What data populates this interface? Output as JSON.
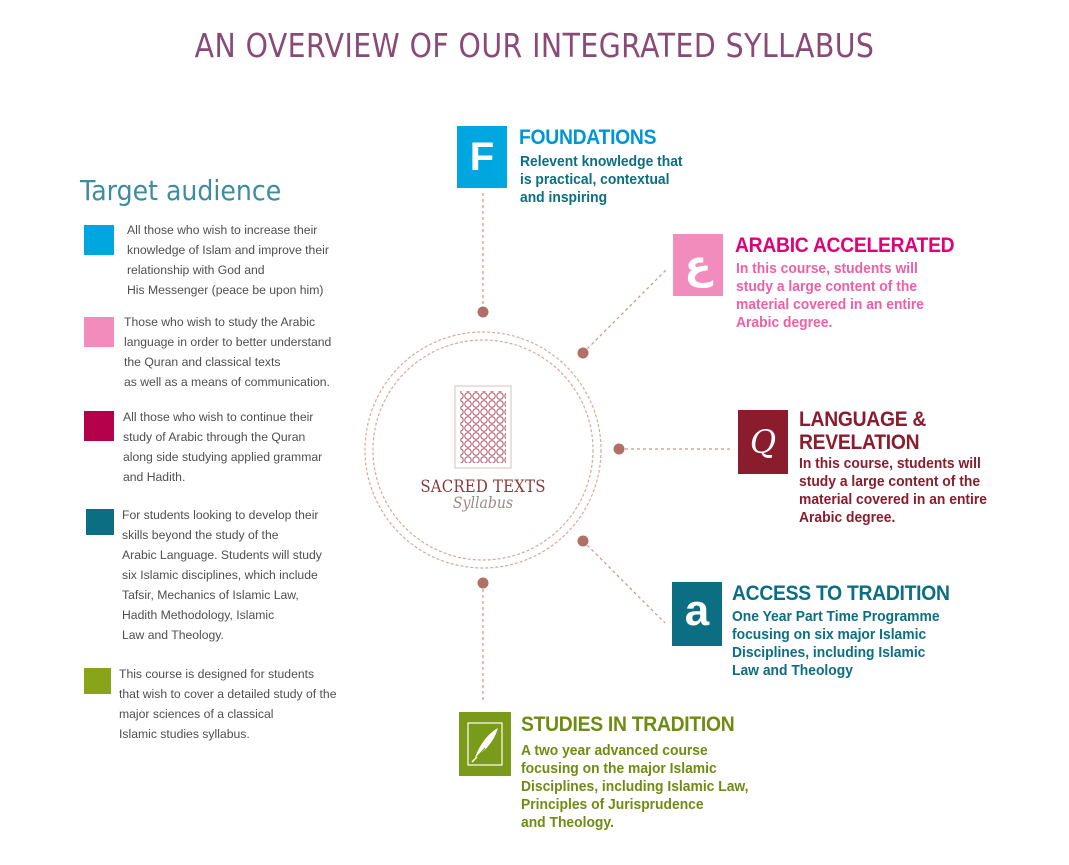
{
  "title": "AN OVERVIEW OF OUR INTEGRATED SYLLABUS",
  "audience": {
    "heading": "Target audience",
    "items": [
      {
        "color": "#00a6e0",
        "text": "All those who wish to increase their\nknowledge of Islam and improve their\nrelationship with God and\nHis Messenger (peace be upon him)"
      },
      {
        "color": "#f28cbc",
        "text": "Those who wish to study the Arabic\nlanguage in order to better understand\nthe Quran and classical texts\nas well as a means of communication."
      },
      {
        "color": "#b5004c",
        "text": "All those who wish to continue their\nstudy of Arabic through the Quran\nalong side studying applied grammar\nand Hadith."
      },
      {
        "color": "#0b6e83",
        "text": "For students looking to develop their\nskills beyond the study of the\nArabic Language. Students will study\nsix Islamic disciplines, which include\nTafsir, Mechanics of Islamic Law,\nHadith Methodology, Islamic\nLaw and Theology."
      },
      {
        "color": "#8aa419",
        "text": "This course is designed for students\nthat wish to cover a detailed study of the\nmajor sciences of a classical\nIslamic studies syllabus."
      }
    ]
  },
  "center": {
    "line1": "SACRED TEXTS",
    "line2": "Syllabus"
  },
  "nodes": [
    {
      "icon": "F",
      "color": "#00a6e0",
      "title": "FOUNDATIONS",
      "desc": "Relevent knowledge that\nis practical, contextual\nand inspiring"
    },
    {
      "icon": "ع",
      "color": "#f28cbc",
      "title_color": "#e2007a",
      "title": "ARABIC ACCELERATED",
      "desc": "In this course, students will\nstudy a large content of the\nmaterial covered in an entire\nArabic degree."
    },
    {
      "icon": "Q",
      "color": "#8a1c2e",
      "title": "LANGUAGE &\nREVELATION",
      "desc": "In this course, students will\nstudy a large content of the\nmaterial covered in an entire\nArabic degree."
    },
    {
      "icon": "a",
      "color": "#0b6e83",
      "title": "ACCESS TO TRADITION",
      "desc": "One Year Part Time Programme\nfocusing on six major Islamic\nDisciplines, including Islamic\nLaw and Theology"
    },
    {
      "icon": "quill",
      "color": "#7a9a1a",
      "title": "STUDIES IN TRADITION",
      "desc": "A two year advanced course\nfocusing on the major Islamic\nDisciplines, including Islamic Law,\nPrinciples of Jurisprudence\nand Theology."
    }
  ]
}
